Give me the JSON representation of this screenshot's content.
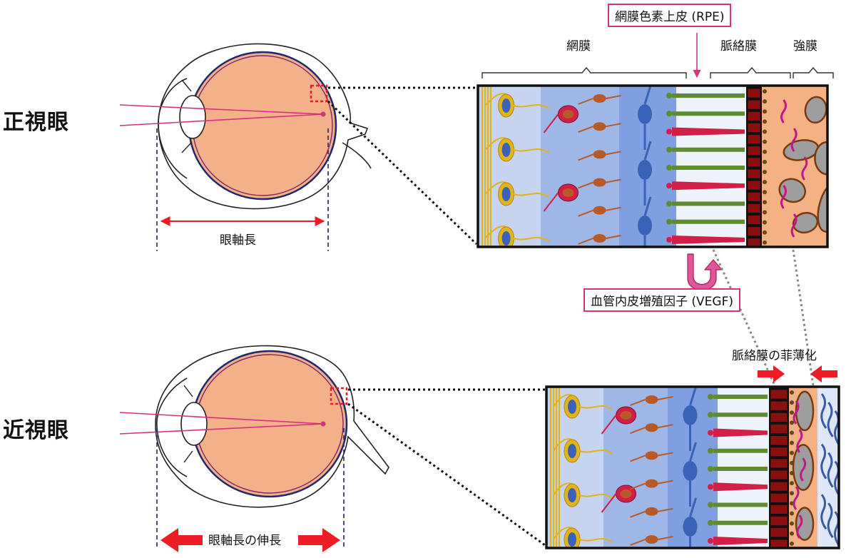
{
  "labels": {
    "normal_eye": "正視眼",
    "myopic_eye": "近視眼",
    "axial_length": "眼軸長",
    "axial_elongation": "眼軸長の伸長",
    "rpe": "網膜色素上皮 (RPE)",
    "retina": "網膜",
    "choroid": "脈絡膜",
    "sclera": "強膜",
    "vegf": "血管内皮増殖因子 (VEGF)",
    "choroid_thinning": "脈絡膜の菲薄化"
  },
  "colors": {
    "eye_fill": "#f3b089",
    "pink": "#d7317f",
    "red_arrow": "#ee1c24",
    "navy": "#1f2a6b",
    "rpe_red": "#8a1010",
    "retina_light": "#c6d4ef",
    "retina_mid": "#9fb7e6",
    "retina_dark": "#7f9fe0",
    "choroid_orange": "#f4b183",
    "vessel_gray": "#9e9e9e",
    "sclera_blue": "#dde7f7",
    "sclera_fiber": "#3a5aa8",
    "nerve_yellow": "#e1b41c",
    "bipolar_brown": "#b85a28",
    "ganglion_blue": "#3a62b6",
    "rod_green": "#5f8c2e",
    "cone_red": "#d11f48"
  }
}
